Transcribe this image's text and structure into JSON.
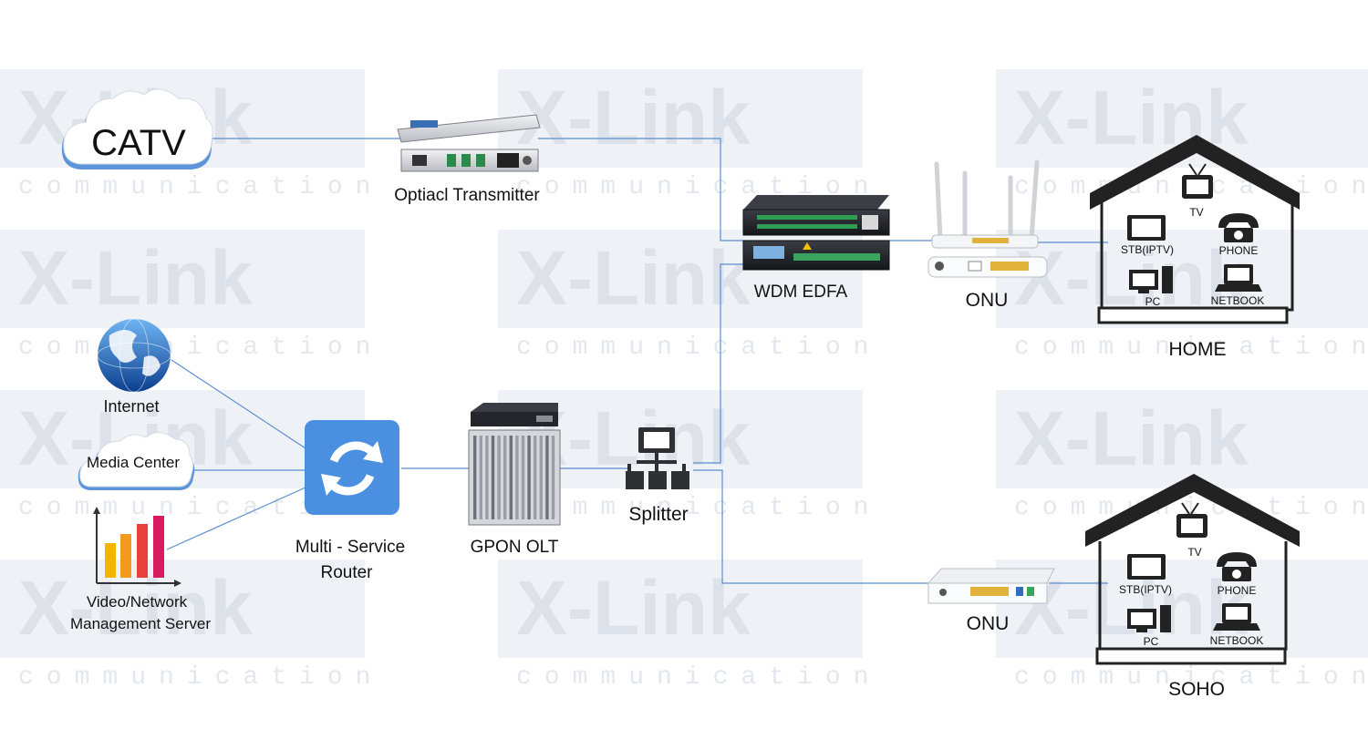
{
  "watermark": {
    "brand": "X-Link",
    "sub": "communication"
  },
  "sources": {
    "catv": "CATV",
    "internet": "Internet",
    "media_center": "Media Center",
    "video_server_line1": "Video/Network",
    "video_server_line2": "Management Server"
  },
  "devices": {
    "optical_transmitter": "Optiacl  Transmitter",
    "wdm_edfa": "WDM  EDFA",
    "router_line1": "Multi - Service",
    "router_line2": "Router",
    "gpon_olt": "GPON  OLT",
    "splitter": "Splitter",
    "onu_home": "ONU",
    "onu_soho": "ONU"
  },
  "home": {
    "title": "HOME",
    "tv": "TV",
    "stb": "STB(IPTV)",
    "phone": "PHONE",
    "pc": "PC",
    "netbook": "NETBOOK"
  },
  "soho": {
    "title": "SOHO",
    "tv": "TV",
    "stb": "STB(IPTV)",
    "phone": "PHONE",
    "pc": "PC",
    "netbook": "NETBOOK"
  },
  "colors": {
    "link_line": "#5b8ed1",
    "router_tile": "#4a8fe0",
    "cloud_edge": "#5d93d8"
  }
}
